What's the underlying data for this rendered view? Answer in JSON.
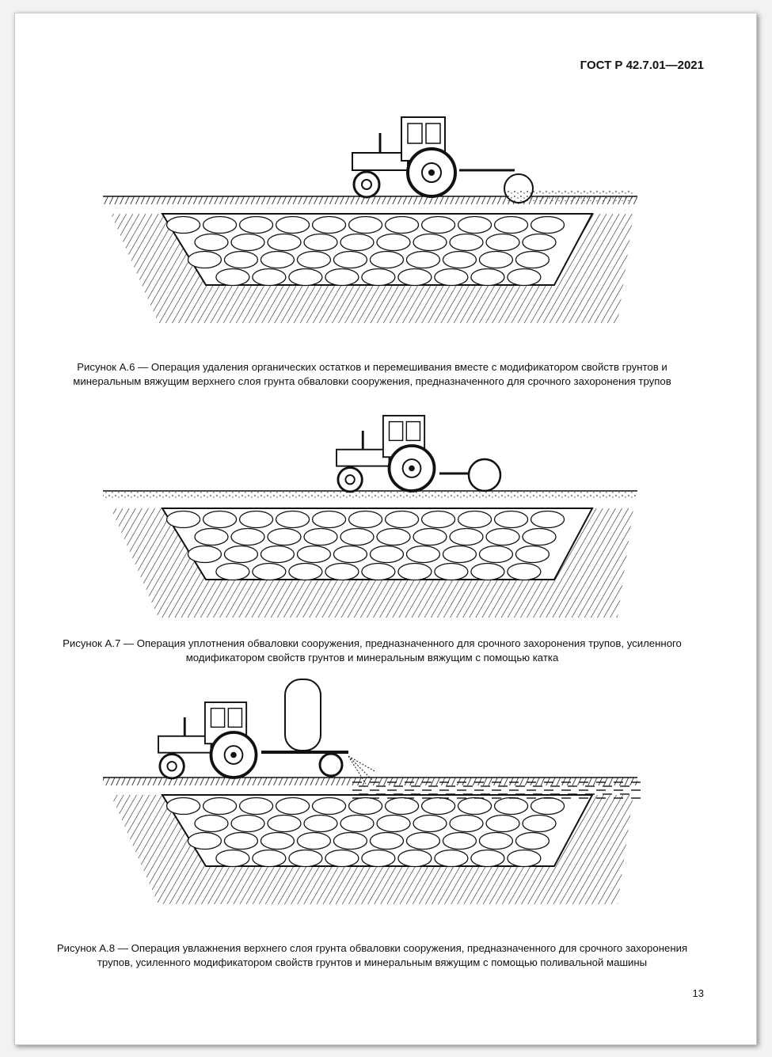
{
  "header": {
    "standard": "ГОСТ Р 42.7.01—2021"
  },
  "figures": [
    {
      "caption": "Рисунок А.6 — Операция удаления органических остатков и перемешивания вместе с модификатором свойств грунтов и минеральным вяжущим верхнего слоя грунта обваловки сооружения, предназначенного для срочного захоронения трупов"
    },
    {
      "caption": "Рисунок А.7 — Операция уплотнения обваловки сооружения, предназначенного для срочного захоронения трупов, усиленного модификатором свойств грунтов и минеральным вяжущим с помощью катка"
    },
    {
      "caption": "Рисунок А.8 — Операция увлажнения верхнего слоя грунта обваловки сооружения, предназначенного для срочного захоронения трупов, усиленного модификатором свойств грунтов и минеральным вяжущим с помощью поливальной машины"
    }
  ],
  "footer": {
    "page_number": "13"
  }
}
